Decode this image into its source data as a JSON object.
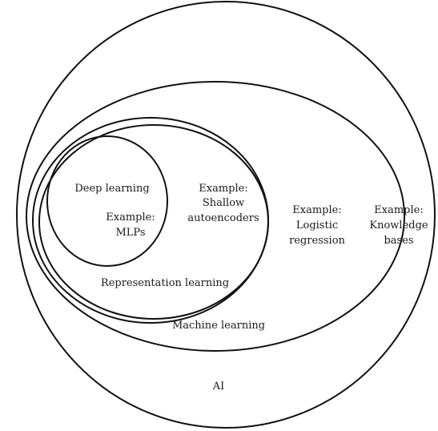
{
  "diagram": {
    "ai": {
      "label": "AI",
      "example": [
        "Example:",
        "Knowledge",
        "bases"
      ]
    },
    "machine_learning": {
      "label": "Machine learning",
      "example": [
        "Example:",
        "Logistic",
        "regression"
      ]
    },
    "representation_learning": {
      "label": "Representation learning",
      "example": [
        "Example:",
        "Shallow",
        "autoencoders"
      ]
    },
    "deep_learning": {
      "label": "Deep learning",
      "example": [
        "Example:",
        "MLPs"
      ]
    }
  },
  "colors": {
    "stroke": "#111111",
    "text": "#1a1a1a",
    "background": "#ffffff"
  }
}
